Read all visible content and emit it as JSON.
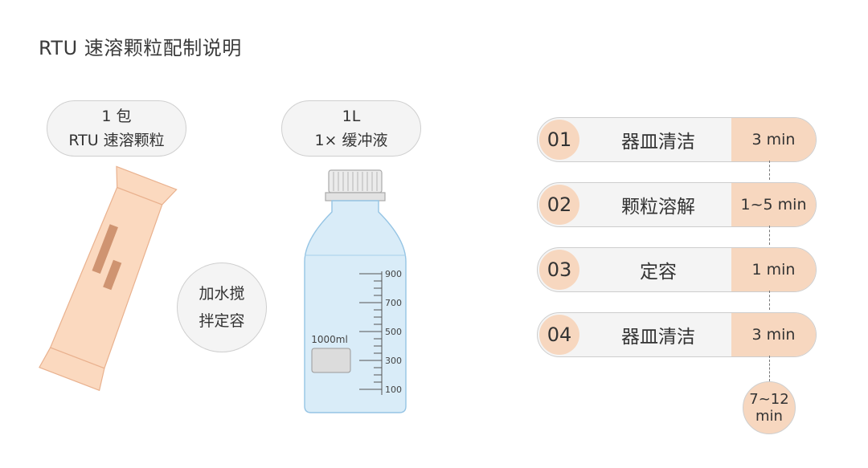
{
  "title": "RTU 速溶颗粒配制说明",
  "packet": {
    "line1": "1 包",
    "line2": "RTU 速溶颗粒"
  },
  "buffer": {
    "line1": "1L",
    "line2": "1× 缓冲液"
  },
  "mix_note": {
    "line1": "加水搅",
    "line2": "拌定容"
  },
  "bottle": {
    "label": "1000ml",
    "scale": [
      "900",
      "700",
      "500",
      "300",
      "100"
    ]
  },
  "steps": [
    {
      "num": "01",
      "label": "器皿清洁",
      "time": "3 min"
    },
    {
      "num": "02",
      "label": "颗粒溶解",
      "time": "1~5 min"
    },
    {
      "num": "03",
      "label": "定容",
      "time": "1 min"
    },
    {
      "num": "04",
      "label": "器皿清洁",
      "time": "3 min"
    }
  ],
  "total": {
    "line1": "7~12",
    "line2": "min"
  },
  "colors": {
    "accent": "#f7d7bf",
    "pill_bg": "#f4f4f4",
    "bottle": "#d9ecf8",
    "packet": "#fbd9bf"
  }
}
